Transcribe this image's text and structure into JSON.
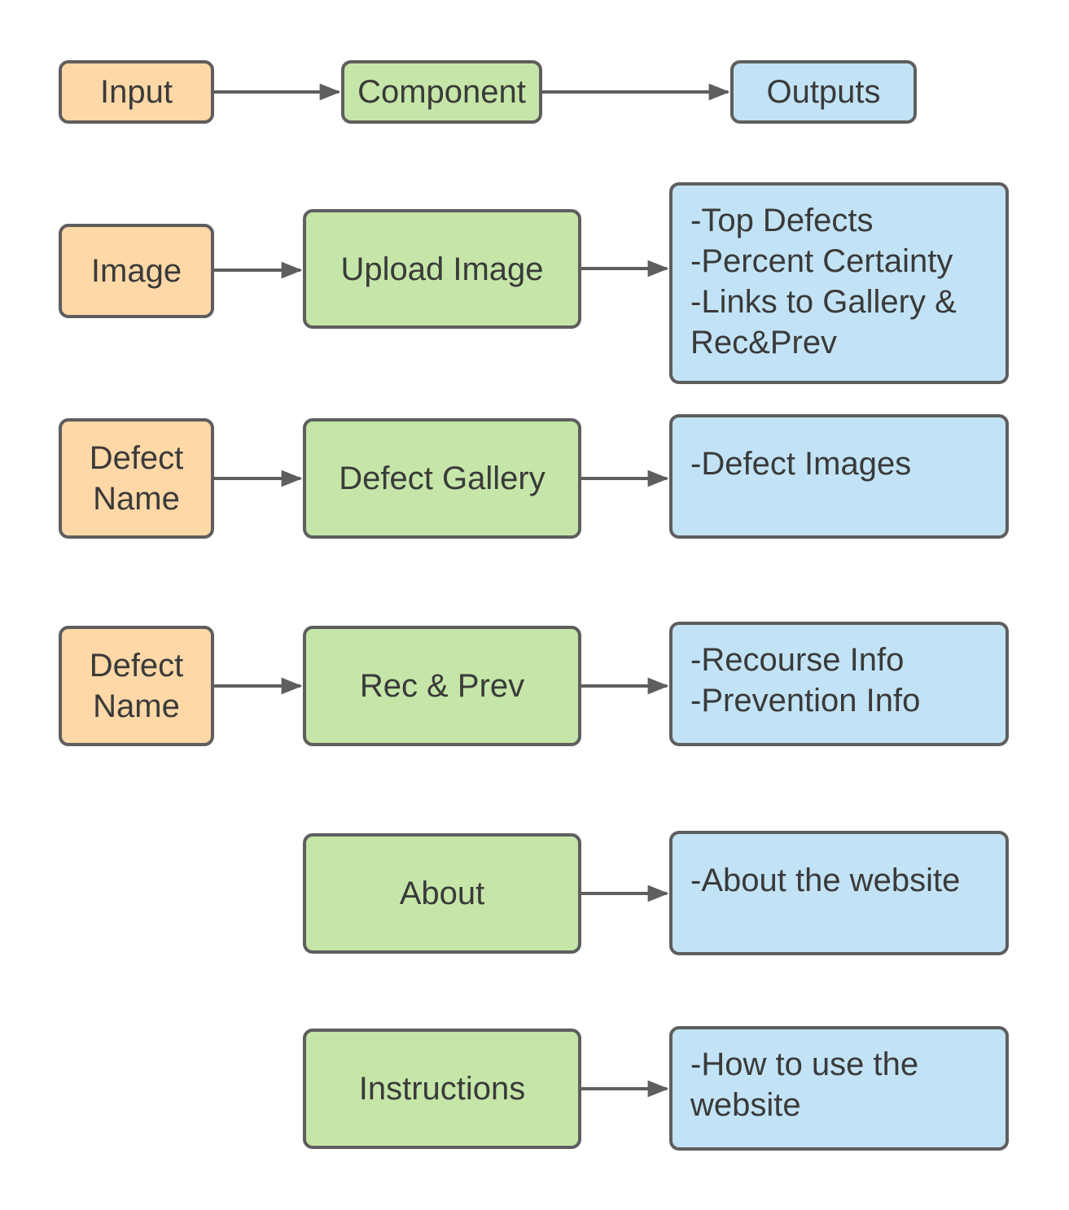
{
  "colors": {
    "input_fill": "#fed8a6",
    "component_fill": "#c5e6a8",
    "output_fill": "#c2e3f5",
    "stroke": "#5e5e5e",
    "text": "#3a3a3a"
  },
  "header": {
    "input": "Input",
    "component": "Component",
    "outputs": "Outputs"
  },
  "rows": [
    {
      "input": "Image",
      "component": "Upload Image",
      "output": "-Top Defects\n-Percent Certainty\n-Links to Gallery &\nRec&Prev"
    },
    {
      "input": "Defect\nName",
      "component": "Defect Gallery",
      "output": "-Defect Images"
    },
    {
      "input": "Defect\nName",
      "component": "Rec & Prev",
      "output": "-Recourse Info\n-Prevention Info"
    },
    {
      "component": "About",
      "output": "-About the website"
    },
    {
      "component": "Instructions",
      "output": "-How to use the\nwebsite"
    }
  ]
}
